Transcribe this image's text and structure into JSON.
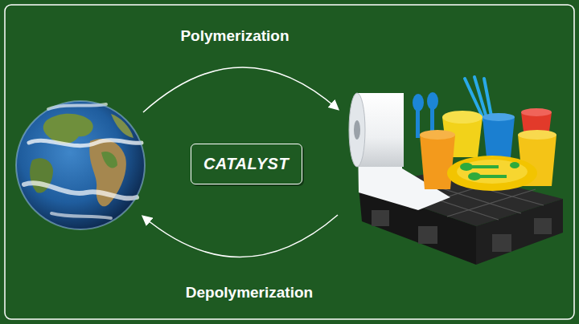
{
  "diagram": {
    "nodes": [
      {
        "text": [
          "CATALYST"
        ]
      }
    ],
    "labels": [
      "Polymerization",
      "Depolymerization"
    ]
  }
}
